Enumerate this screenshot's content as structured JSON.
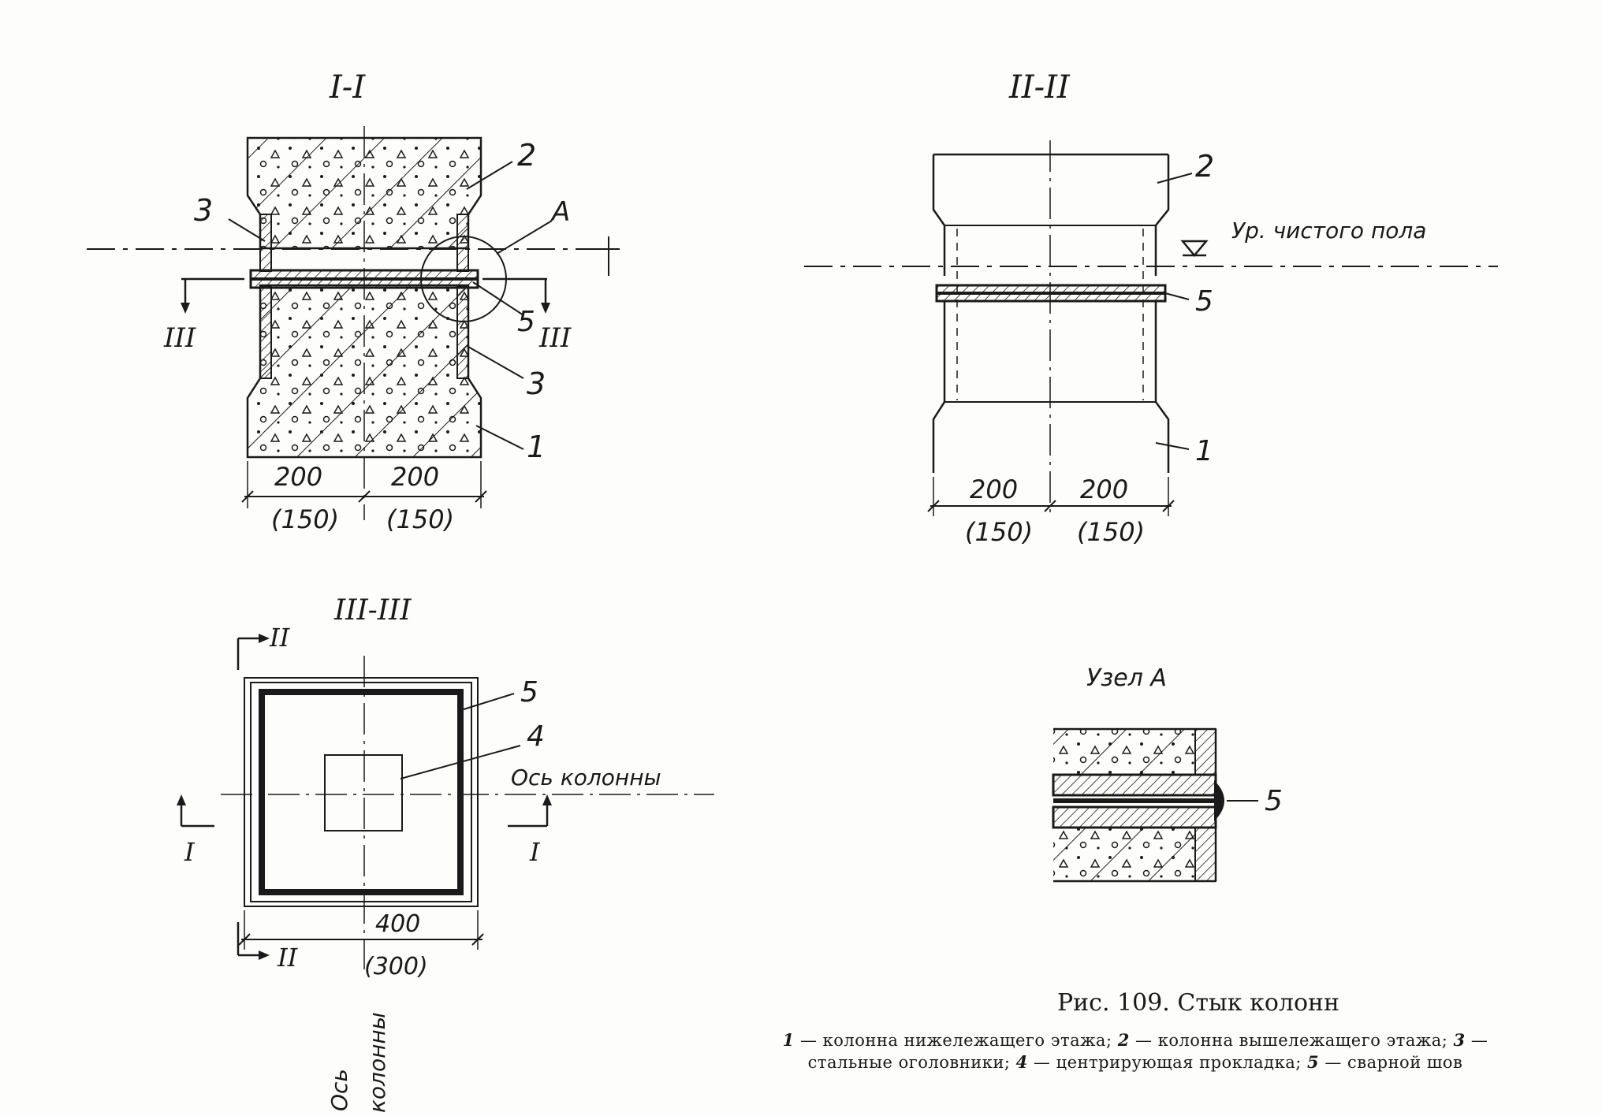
{
  "sections": {
    "s1": "I-I",
    "s2": "II-II",
    "s3": "III-III",
    "node": "Узел А"
  },
  "cut_marks": {
    "I": "I",
    "II": "II",
    "III": "III"
  },
  "callouts": {
    "n1": "1",
    "n2": "2",
    "n3": "3",
    "n4": "4",
    "n5": "5",
    "A": "A"
  },
  "dimensions": {
    "d200": "200",
    "d150": "(150)",
    "d400": "400",
    "d300": "(300)"
  },
  "annotations": {
    "floor_level": "Ур. чистого пола",
    "column_axis": "Ось колонны",
    "axis_word": "Ось",
    "columns_word": "колонны"
  },
  "caption": {
    "title": "Рис. 109. Стык колонн",
    "items": [
      {
        "num": "1",
        "text": "колонна нижележащего этажа;"
      },
      {
        "num": "2",
        "text": "колонна вышележащего этажа;"
      },
      {
        "num": "3",
        "text": "стальные оголовники;"
      },
      {
        "num": "4",
        "text": "центрирующая прокладка;"
      },
      {
        "num": "5",
        "text": "сварной шов"
      }
    ]
  }
}
